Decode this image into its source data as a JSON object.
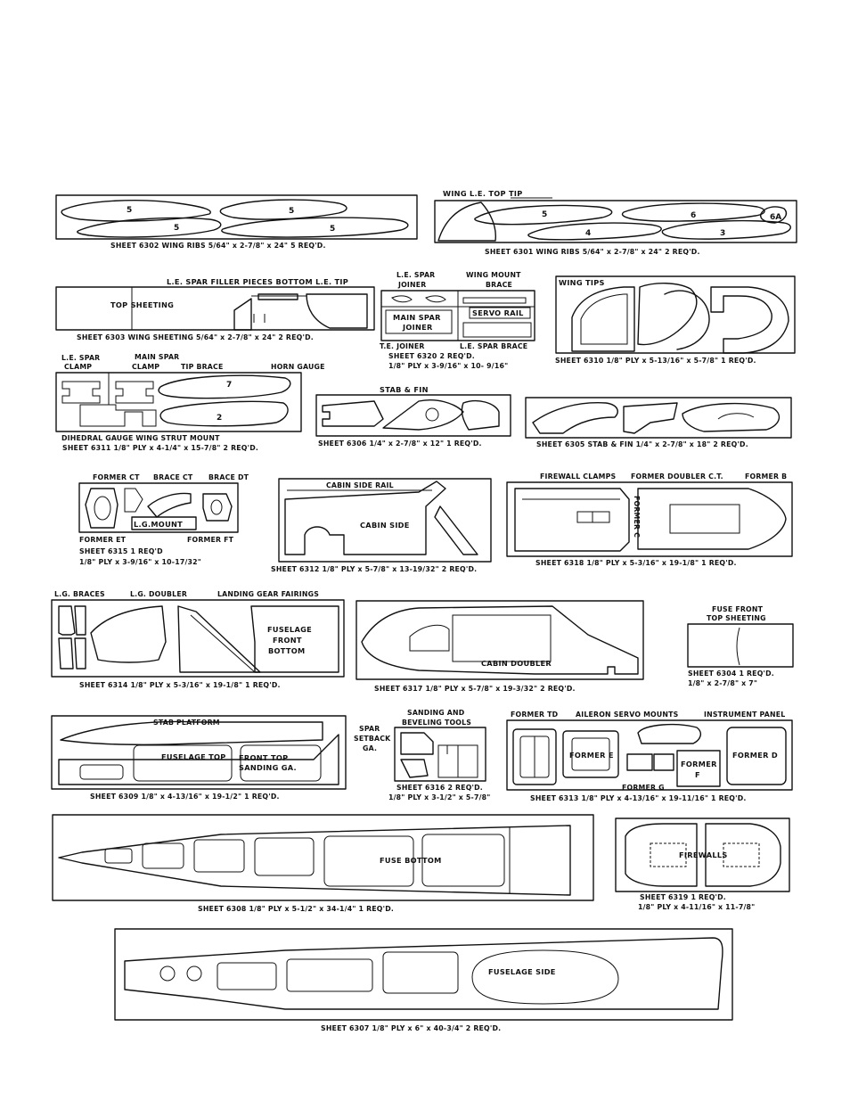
{
  "sheets": {
    "s6302": {
      "cap": "SHEET  6302   WING RIBS  5/64\" x 2-7/8\" x 24\"   5 REQ'D.",
      "nums": [
        "5",
        "5",
        "5",
        "5"
      ]
    },
    "s6301": {
      "cap": "SHEET  6301   WING RIBS  5/64\" x 2-7/8\" x 24\"  2 REQ'D.",
      "title": "WING L.E. TOP TIP",
      "nums": [
        "5",
        "6",
        "6A",
        "4",
        "3"
      ]
    },
    "s6303": {
      "cap": "SHEET  6303   WING SHEETING  5/64\" x 2-7/8\" x 24\"   2 REQ'D.",
      "title": "L.E. SPAR FILLER PIECES  BOTTOM L.E. TIP",
      "part": "TOP  SHEETING"
    },
    "s6320": {
      "cap1": "SHEET  6320  2  REQ'D.",
      "cap2": "1/8\"  PLY x 3-9/16\" x 10- 9/16\"",
      "le_spar": "L.E. SPAR",
      "joiner": "JOINER",
      "wing_mount": "WING MOUNT",
      "brace": "BRACE",
      "main_spar": "MAIN SPAR",
      "joiner2": "JOINER",
      "servo_rail": "SERVO RAIL",
      "te_joiner": "T.E. JOINER",
      "le_spar_brace": "L.E. SPAR BRACE"
    },
    "s6310": {
      "cap": "SHEET 6310     1/8\"  PLY x 5-13/16\" x 5-7/8\"     1 REQ'D.",
      "title": "WING TIPS"
    },
    "s6311": {
      "cap1": "DIHEDRAL GAUGE   WING STRUT MOUNT",
      "cap2": "SHEET  6311   1/8\"  PLY x 4-1/4\" x 15-7/8\"      2 REQ'D.",
      "le_spar": "L.E.  SPAR",
      "clamp": "CLAMP",
      "main_spar": "MAIN SPAR",
      "clamp2": "CLAMP",
      "tip_brace": "TIP BRACE",
      "horn_gauge": "HORN GAUGE",
      "nums": [
        "7",
        "2"
      ]
    },
    "s6306": {
      "cap": "SHEET  6306   1/4\" x 2-7/8\" x 12\"   1 REQ'D.",
      "title": "STAB & FIN"
    },
    "s6305": {
      "cap": "SHEET  6305   STAB & FIN   1/4\" x 2-7/8\" x 18\"    2 REQ'D."
    },
    "s6315": {
      "cap1": "SHEET  6315   1 REQ'D",
      "cap2": "1/8\"  PLY x 3-9/16\" x 10-17/32\"",
      "former_ct": "FORMER CT",
      "brace_ct": "BRACE  CT",
      "brace_dt": "BRACE DT",
      "lg_mount": "L.G.MOUNT",
      "former_et": "FORMER  ET",
      "former_ft": "FORMER  FT"
    },
    "s6312": {
      "cap": "SHEET  6312   1/8\"  PLY x 5-7/8\" x 13-19/32\"   2 REQ'D.",
      "rail": "CABIN SIDE RAIL",
      "side": "CABIN SIDE"
    },
    "s6318": {
      "cap": "SHEET   6318     1/8\"   PLY x 5-3/16\" x 19-1/8\"     1 REQ'D.",
      "firewall_clamps": "FIREWALL CLAMPS",
      "former_doubler": "FORMER DOUBLER C.T.",
      "former_b": "FORMER  B",
      "former_c": "FORMER C"
    },
    "s6314": {
      "cap": "SHEET   6314    1/8\"   PLY x 5-3/16\" x 19-1/8\"    1 REQ'D.",
      "lg_braces": "L.G.  BRACES",
      "lg_doubler": "L.G.  DOUBLER",
      "fairings": "LANDING GEAR FAIRINGS",
      "fb1": "FUSELAGE",
      "fb2": "FRONT",
      "fb3": "BOTTOM"
    },
    "s6317": {
      "cap": "SHEET  6317      1/8\"   PLY x 5-7/8\" x 19-3/32\"      2 REQ'D.",
      "part": "CABIN DOUBLER"
    },
    "s6304": {
      "t1": "FUSE FRONT",
      "t2": "TOP SHEETING",
      "cap1": "SHEET  6304      1 REQ'D.",
      "cap2": "1/8\" x 2-7/8\" x 7\""
    },
    "s6309": {
      "cap": "SHEET    6309    1/8\" x 4-13/16\" x 19-1/2\"     1 REQ'D.",
      "stab_platform": "STAB PLATFORM",
      "fuselage_top": "FUSELAGE TOP",
      "front_top": "FRONT  TOP",
      "sanding_ga": "SANDING  GA."
    },
    "s6316": {
      "t1": "SANDING AND",
      "t2": "BEVELING TOOLS",
      "spar": "SPAR",
      "setback": "SETBACK",
      "ga": "GA.",
      "cap1": "SHEET 6316    2 REQ'D.",
      "cap2": "1/8\" PLY x 3-1/2\" x 5-7/8\""
    },
    "s6313": {
      "cap": "SHEET   6313    1/8\" PLY x 4-13/16\" x 19-11/16\"     1 REQ'D.",
      "former_td": "FORMER TD",
      "aileron": "AILERON SERVO MOUNTS",
      "instrument": "INSTRUMENT PANEL",
      "former_e": "FORMER E",
      "former_f1": "FORMER",
      "former_f2": "F",
      "former_d": "FORMER D",
      "former_g": "FORMER  G"
    },
    "s6308": {
      "cap": "SHEET   6308    1/8\" PLY x 5-1/2\" x 34-1/4\"    1 REQ'D.",
      "part": "FUSE  BOTTOM"
    },
    "s6319": {
      "part": "FIREWALLS",
      "cap1": "SHEET 6319         1 REQ'D.",
      "cap2": "1/8\"  PLY x 4-11/16\" x 11-7/8\""
    },
    "s6307": {
      "cap": "SHEET  6307   1/8\" PLY x 6\" x 40-3/4\"     2 REQ'D.",
      "part": "FUSELAGE SIDE"
    }
  }
}
